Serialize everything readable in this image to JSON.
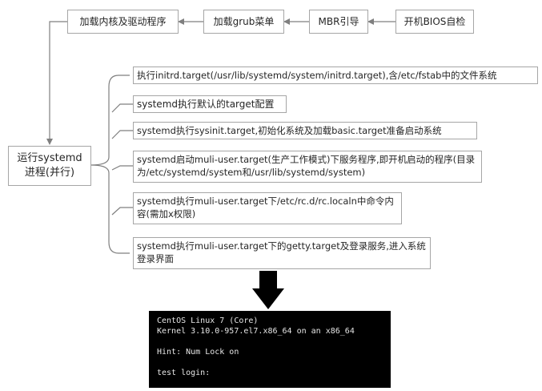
{
  "boot": {
    "bios": "开机BIOS自检",
    "mbr": "MBR引导",
    "grub": "加载grub菜单",
    "kernel": "加载内核及驱动程序"
  },
  "systemd": {
    "label": "运行systemd进程(并行)",
    "steps": [
      "执行initrd.target(/usr/lib/systemd/system/initrd.target),含/etc/fstab中的文件系统",
      "systemd执行默认的target配置",
      "systemd执行sysinit.target,初始化系统及加载basic.target准备启动系统",
      "systemd启动muli-user.target(生产工作模式)下服务程序,即开机启动的程序(目录为/etc/systemd/system和/usr/lib/systemd/system)",
      "systemd执行muli-user.target下/etc/rc.d/rc.localn中命令内容(需加x权限)",
      "systemd执行muli-user.target下的getty.target及登录服务,进入系统登录界面"
    ]
  },
  "terminal": {
    "lines": [
      "CentOS Linux 7 (Core)",
      "Kernel 3.10.0-957.el7.x86_64 on an x86_64",
      "",
      "Hint: Num Lock on",
      "",
      "test login:"
    ]
  },
  "colors": {
    "line": "#7f7f7f",
    "box_border": "#a6a6a6",
    "text": "#262626",
    "terminal_bg": "#000000"
  }
}
